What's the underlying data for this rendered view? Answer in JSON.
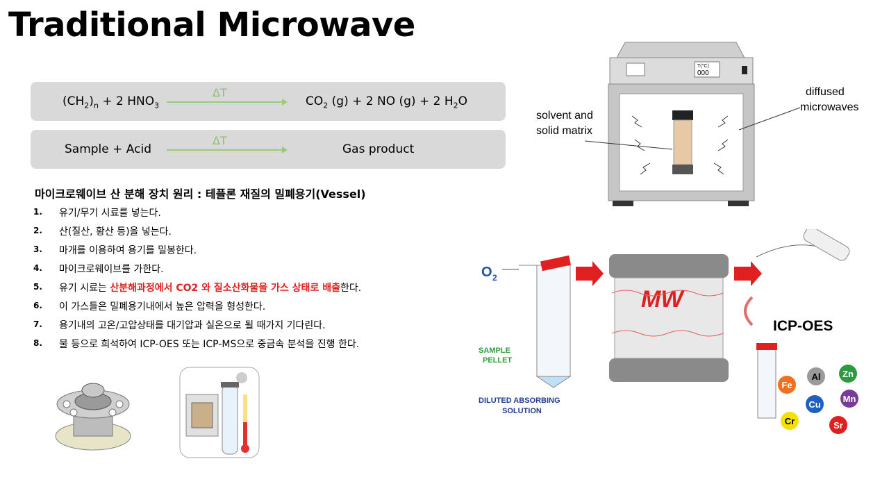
{
  "title": "Traditional Microwave",
  "equations": [
    {
      "left_main": "(CH",
      "left_sub1": "2",
      "left_mid": ")",
      "left_sub2": "n",
      "left_rest": " + 2 HNO",
      "left_sub3": "3",
      "delta": "ΔT",
      "right_a": "CO",
      "right_sub1": "2",
      "right_b": " (g) + 2 NO (g)  +  2 H",
      "right_sub2": "2",
      "right_c": "O"
    },
    {
      "left": "Sample + Acid",
      "delta": "ΔT",
      "right": "Gas product"
    }
  ],
  "subtitle": "마이크로웨이브 산 분해 장치 원리 : 테플론 재질의 밀폐용기(Vessel)",
  "steps": [
    {
      "num": "1.",
      "text": "유기/무기 시료를 넣는다."
    },
    {
      "num": "2.",
      "text": "산(질산, 황산 등)을 넣는다."
    },
    {
      "num": "3.",
      "text": "마개를 이용하여 용기를 밀봉한다."
    },
    {
      "num": "4.",
      "text": "마이크로웨이브를 가한다."
    },
    {
      "num": "5.",
      "pre": "유기 시료는 ",
      "highlight": "산분해과정에서 CO2 와 질소산화물을 가스 상태로 배출",
      "post": "한다."
    },
    {
      "num": "6.",
      "text": "이 가스들은 밀폐용기내에서 높은 압력을 형성한다."
    },
    {
      "num": "7.",
      "text": "용기내의 고온/고압상태를 대기압과 실온으로 될 때가지 기다린다."
    },
    {
      "num": "8.",
      "text": "물 등으로 희석하여 ICP-OES 또는 ICP-MS으로 중금속 분석을 진행 한다."
    }
  ],
  "oven_diagram": {
    "display": "T(°C)",
    "digits": "000",
    "label_left_1": "solvent and",
    "label_left_2": "solid matrix",
    "label_right_1": "diffused",
    "label_right_2": "microwaves"
  },
  "process_diagram": {
    "o2": "O",
    "o2_sub": "2",
    "sample_1": "SAMPLE",
    "sample_2": "PELLET",
    "diluted_1": "DILUTED ABSORBING",
    "diluted_2": "SOLUTION",
    "mw": "MW",
    "icp": "ICP-OES",
    "elements": [
      "Fe",
      "Al",
      "Zn",
      "Cu",
      "Mn",
      "Cr",
      "Sr"
    ]
  },
  "colors": {
    "accent_red": "#e02020",
    "arrow_green": "#9cc97a",
    "box_gray": "#d9d9d9"
  }
}
